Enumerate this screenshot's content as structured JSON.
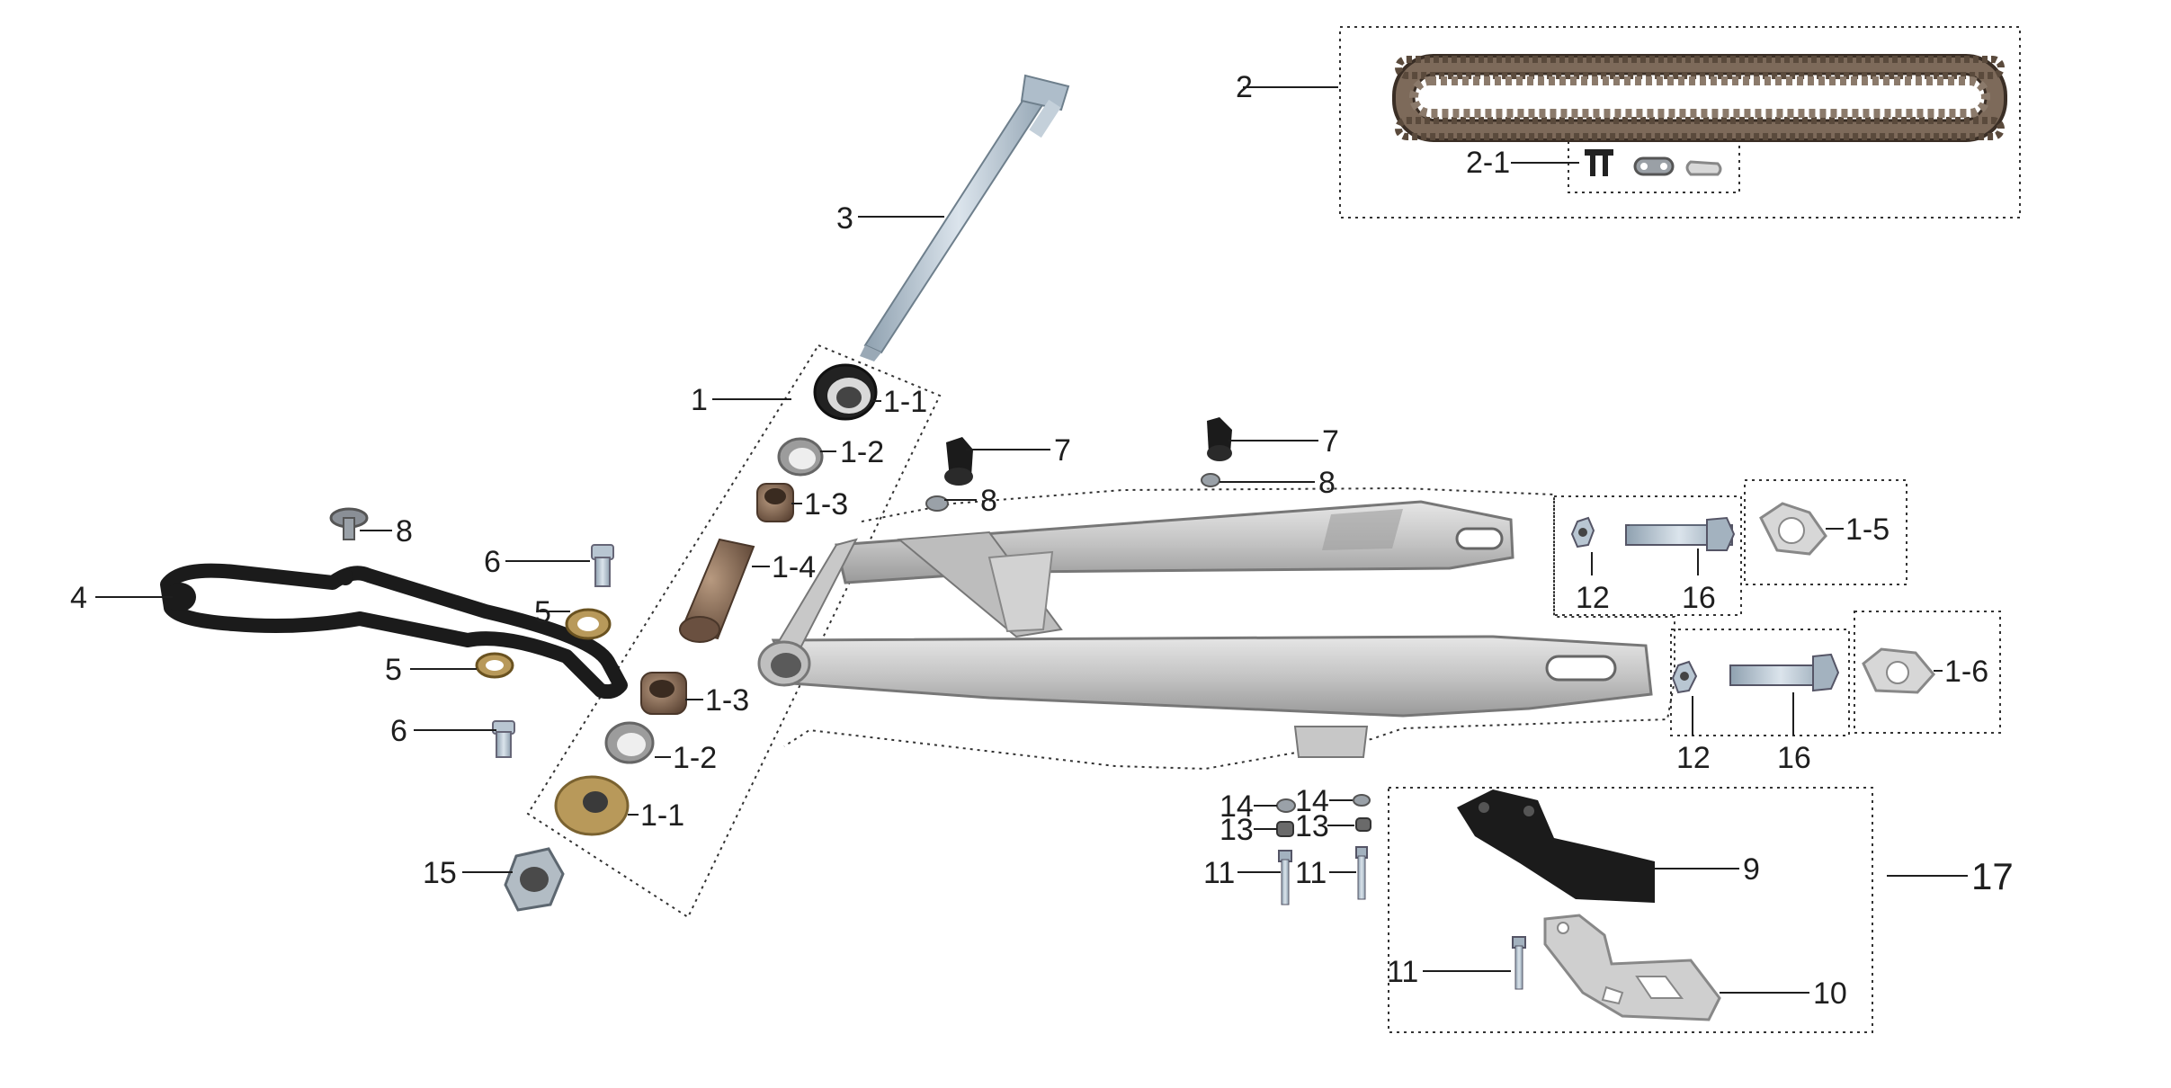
{
  "diagram": {
    "labels": {
      "p1": "1",
      "p1_1_top": "1-1",
      "p1_2_top": "1-2",
      "p1_3_top": "1-3",
      "p1_4": "1-4",
      "p1_3_bot": "1-3",
      "p1_2_bot": "1-2",
      "p1_1_bot": "1-1",
      "p1_5": "1-5",
      "p1_6": "1-6",
      "p2": "2",
      "p2_1": "2-1",
      "p3": "3",
      "p4": "4",
      "p5_a": "5",
      "p5_b": "5",
      "p6_a": "6",
      "p6_b": "6",
      "p7_a": "7",
      "p7_b": "7",
      "p8_a": "8",
      "p8_b": "8",
      "p8_c": "8",
      "p9": "9",
      "p10": "10",
      "p11_a": "11",
      "p11_b": "11",
      "p11_c": "11",
      "p12_a": "12",
      "p12_b": "12",
      "p13_a": "13",
      "p13_b": "13",
      "p14_a": "14",
      "p14_b": "14",
      "p15": "15",
      "p16_a": "16",
      "p16_b": "16",
      "p17": "17"
    },
    "colors": {
      "aluminum": "#c9c9c9",
      "aluminum_dark": "#8e8e8e",
      "steel": "#b8c6d2",
      "black_part": "#1b1b1b",
      "brass": "#b8995a",
      "bronze": "#8a6a4e",
      "leader": "#1e1e1e"
    }
  }
}
